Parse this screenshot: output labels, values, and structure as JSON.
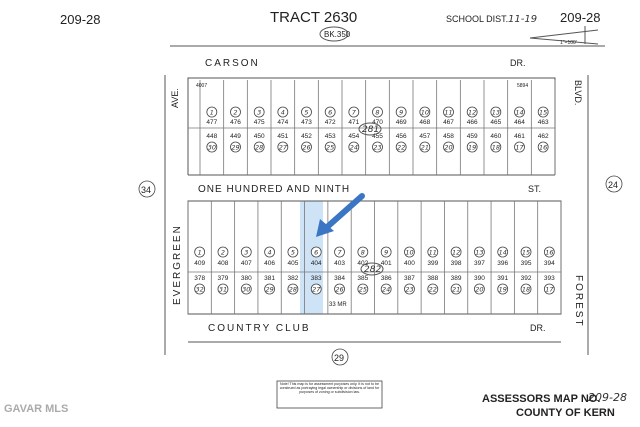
{
  "header": {
    "map_number_left": "209-28",
    "tract_title": "TRACT 2630",
    "book_ref": "BK.350",
    "school_dist_label": "SCHOOL DIST.",
    "school_dist_value": "11-19",
    "map_number_right": "209-28",
    "scale_text": "1\"=100'"
  },
  "streets": {
    "carson": "CARSON",
    "carson_suffix": "DR.",
    "hundred_ninth": "ONE HUNDRED AND NINTH",
    "hundred_ninth_suffix": "ST.",
    "country_club": "COUNTRY CLUB",
    "country_club_suffix": "DR.",
    "evergreen": "EVERGREEN",
    "evergreen_ave": "AVE.",
    "forest": "FOREST",
    "blvd": "BLVD."
  },
  "route_markers": {
    "left": "34",
    "right": "24",
    "bottom": "29"
  },
  "blocks": {
    "top_block_number": "281",
    "bottom_block_number": "282"
  },
  "top_block": {
    "lot_circles_top": [
      "1",
      "2",
      "3",
      "4",
      "5",
      "6",
      "7",
      "8",
      "9",
      "10",
      "11",
      "12",
      "13",
      "14",
      "15"
    ],
    "parcel_top": [
      "477",
      "476",
      "475",
      "474",
      "473",
      "472",
      "471",
      "470",
      "469",
      "468",
      "467",
      "466",
      "465",
      "464",
      "463"
    ],
    "parcel_bottom": [
      "448",
      "449",
      "450",
      "451",
      "452",
      "453",
      "454",
      "455",
      "456",
      "457",
      "458",
      "459",
      "460",
      "461",
      "462"
    ],
    "lot_circles_bottom": [
      "30",
      "29",
      "28",
      "27",
      "26",
      "25",
      "24",
      "23",
      "22",
      "21",
      "20",
      "19",
      "18",
      "17",
      "16"
    ],
    "corner_top_left": "4007",
    "corner_top_right": "5894"
  },
  "bottom_block": {
    "lot_circles_top": [
      "1",
      "2",
      "3",
      "4",
      "5",
      "6",
      "7",
      "8",
      "9",
      "10",
      "11",
      "12",
      "13",
      "14",
      "15",
      "16"
    ],
    "parcel_top": [
      "409",
      "408",
      "407",
      "406",
      "405",
      "404",
      "403",
      "402",
      "401",
      "400",
      "399",
      "398",
      "397",
      "396",
      "395",
      "394"
    ],
    "parcel_bottom": [
      "378",
      "379",
      "380",
      "381",
      "382",
      "383",
      "384",
      "385",
      "386",
      "387",
      "388",
      "389",
      "390",
      "391",
      "392",
      "393"
    ],
    "lot_circles_bottom": [
      "32",
      "31",
      "30",
      "29",
      "28",
      "27",
      "26",
      "25",
      "24",
      "23",
      "22",
      "21",
      "20",
      "19",
      "18",
      "17"
    ],
    "highlighted_parcel": "404"
  },
  "notes": {
    "mr_ref": "33 MR",
    "disclaimer": "Note! This map is for assessment purposes only. It is not to be construed as portraying legal ownership or divisions of land for purposes of zoning or subdivision law."
  },
  "footer": {
    "assessors_map_label": "ASSESSORS MAP NO.",
    "assessors_map_value": "209-28",
    "county": "COUNTY OF KERN",
    "watermark": "GAVAR MLS"
  },
  "colors": {
    "highlight": "#cfe3f7",
    "arrow": "#3a76c4",
    "ink": "#222222"
  }
}
